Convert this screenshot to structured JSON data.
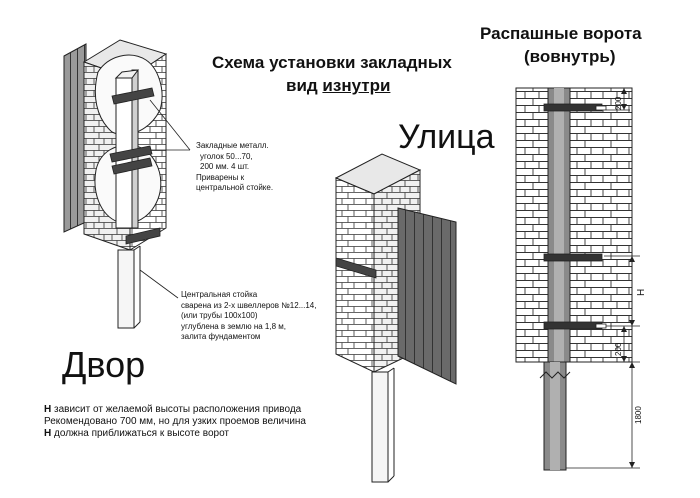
{
  "title": {
    "line1": "Схема установки закладных",
    "line2_prefix": "вид ",
    "line2_underlined": "изнутри"
  },
  "gate_title": {
    "line1": "Распашные ворота",
    "line2": "(вовнутрь)"
  },
  "labels": {
    "street": "Улица",
    "yard": "Двор"
  },
  "notes": {
    "embedded_lines": [
      "Закладные металл.",
      "уголок 50...70,",
      "200 мм. 4 шт.",
      "Приварены к",
      "центральной стойке."
    ],
    "post_lines": [
      "Центральная стойка",
      "сварена из 2-х швеллеров №12...14,",
      "(или трубы 100х100)",
      "углублена в землю на 1,8 м,",
      "залита фундаментом"
    ]
  },
  "footnote": {
    "line1_bold": "Н",
    "line1_rest": " зависит от желаемой высоты расположения привода",
    "line2": "Рекомендовано 700 мм, но для узких проемов величина",
    "line3_bold": "Н",
    "line3_rest": " должна приближаться к высоте ворот"
  },
  "dimensions": {
    "top": "200",
    "h": "Н",
    "bottom": "200",
    "underground": "1800"
  },
  "colors": {
    "brick_face": "#ffffff",
    "brick_side": "#eeeeee",
    "line": "#222222",
    "plate": "#444444",
    "core": "#888888",
    "gate_leaf": "#555555"
  }
}
